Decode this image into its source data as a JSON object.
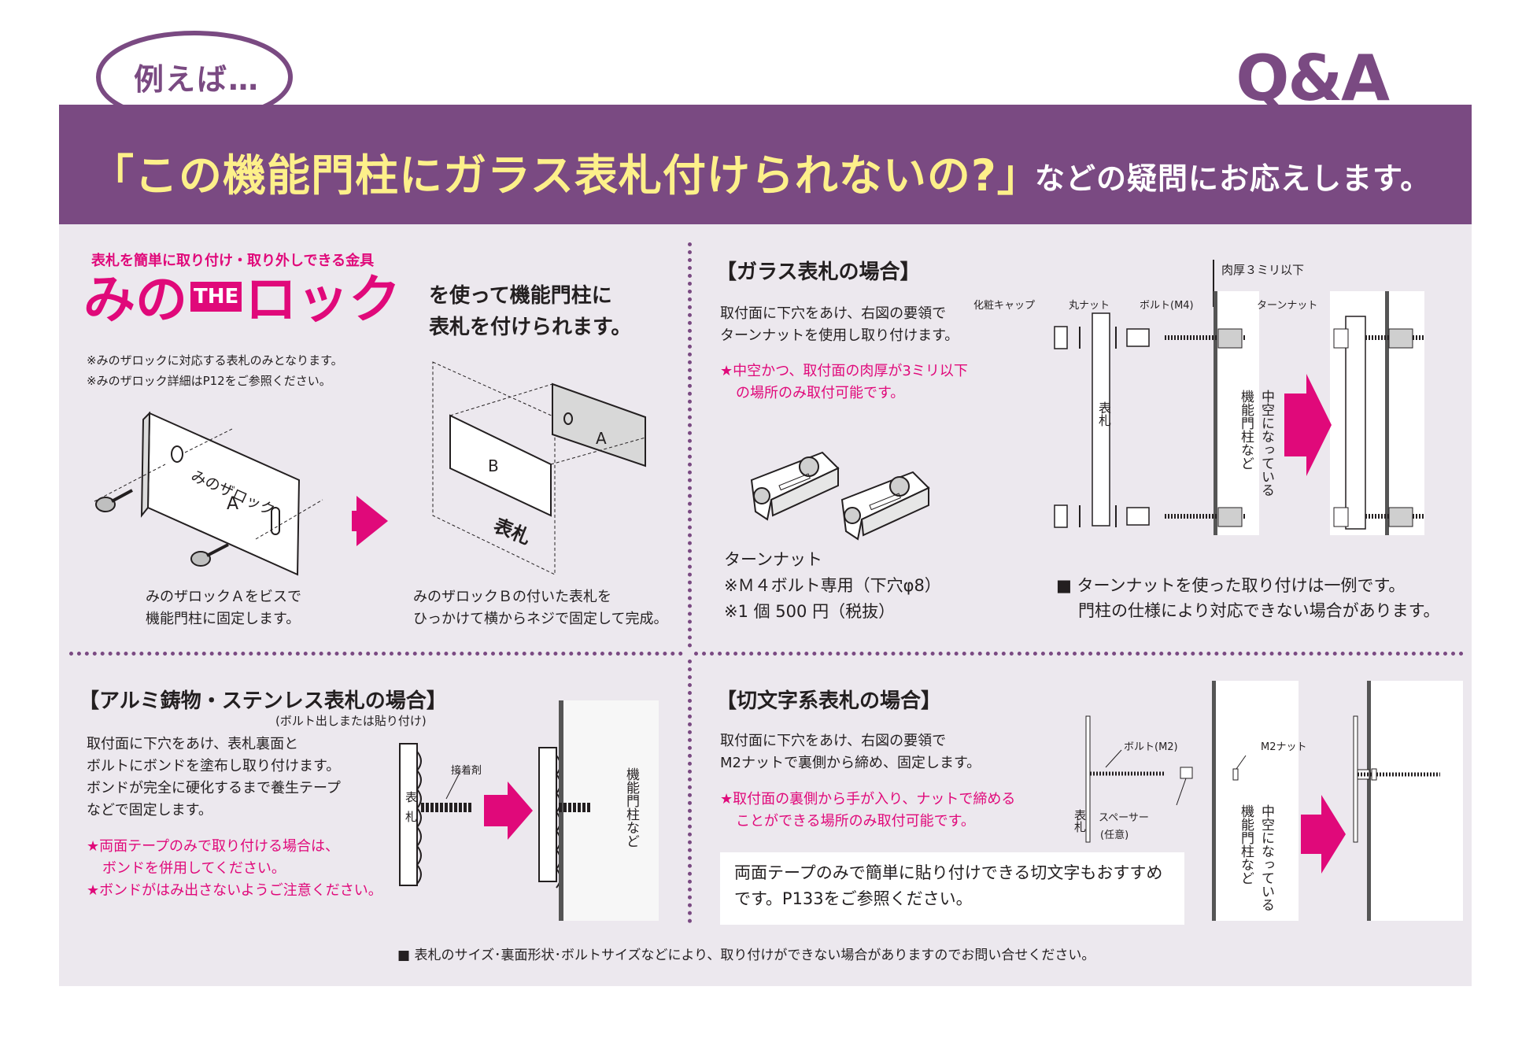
{
  "header": {
    "bubble_text": "例えば…",
    "qa_label": "Q&A",
    "title": "「この機能門柱にガラス表札付けられないの?」",
    "subtitle": "などの疑問にお応えします。"
  },
  "minolock": {
    "tagline": "表札を簡単に取り付け・取り外しできる金具",
    "logo_left": "みの",
    "logo_the": "THE",
    "logo_right": "ロック",
    "headline_1": "を使って機能門柱に",
    "headline_2": "表札を付けられます。",
    "note_1": "※みのザロックに対応する表札のみとなります。",
    "note_2": "※みのザロック詳細はP12をご参照ください。",
    "plate_label": "みのザロック",
    "plate_a": "A",
    "plate_a2": "A",
    "plate_b": "B",
    "nameplate": "表札",
    "caption_left_1": "みのザロックＡをビスで",
    "caption_left_2": "機能門柱に固定します。",
    "caption_right_1": "みのザロックＢの付いた表札を",
    "caption_right_2": "ひっかけて横からネジで固定して完成。"
  },
  "glass": {
    "title": "【ガラス表札の場合】",
    "desc_1": "取付面に下穴をあけ、右図の要領で",
    "desc_2": "ターンナットを使用し取り付けます。",
    "warn_1": "★中空かつ、取付面の肉厚が3ミリ以下",
    "warn_2": "の場所のみ取付可能です。",
    "product_name": "ターンナット",
    "product_note_1": "※Ｍ４ボルト専用（下穴φ8）",
    "product_note_2": "※1 個 500 円（税抜）",
    "label_thickness": "肉厚３ミリ以下",
    "label_cap": "化粧キャップ",
    "label_round_nut": "丸ナット",
    "label_bolt": "ボルト(M4)",
    "label_turn_nut": "ターンナット",
    "label_nameplate": "表札",
    "label_pillar": "機能門柱など",
    "label_hollow": "中空になっている",
    "footnote_1": "■ ターンナットを使った取り付けは一例です。",
    "footnote_2": "門柱の仕様により対応できない場合があります。"
  },
  "aluminum": {
    "title": "【アルミ鋳物・ステンレス表札の場合】",
    "subtitle": "(ボルト出しまたは貼り付け)",
    "desc_1": "取付面に下穴をあけ、表札裏面と",
    "desc_2": "ボルトにボンドを塗布し取り付けます。",
    "desc_3": "ボンドが完全に硬化するまで養生テープ",
    "desc_4": "などで固定します。",
    "warn_1": "★両面テープのみで取り付ける場合は、",
    "warn_2": "ボンドを併用してください。",
    "warn_3": "★ボンドがはみ出さないようご注意ください。",
    "label_adhesive": "接着剤",
    "label_nameplate": "表札",
    "label_pillar": "機能門柱など"
  },
  "cutletter": {
    "title": "【切文字系表札の場合】",
    "desc_1": "取付面に下穴をあけ、右図の要領で",
    "desc_2": "M2ナットで裏側から締め、固定します。",
    "warn_1": "★取付面の裏側から手が入り、ナットで締める",
    "warn_2": "ことができる場所のみ取付可能です。",
    "note": "両面テープのみで簡単に貼り付けできる切文字もおすすめです。P133をご参照ください。",
    "label_bolt": "ボルト(M2)",
    "label_nut": "M2ナット",
    "label_spacer": "スペーサー",
    "label_optional": "(任意)",
    "label_nameplate": "表札",
    "label_pillar": "機能門柱など",
    "label_hollow": "中空になっている"
  },
  "footer": {
    "note": "■ 表札のサイズ･裏面形状･ボルトサイズなどにより、取り付けができない場合がありますのでお問い合せください。"
  },
  "colors": {
    "purple": "#7a4a82",
    "yellow": "#fdf08a",
    "magenta": "#e0097a",
    "panel": "#ece8ee"
  }
}
